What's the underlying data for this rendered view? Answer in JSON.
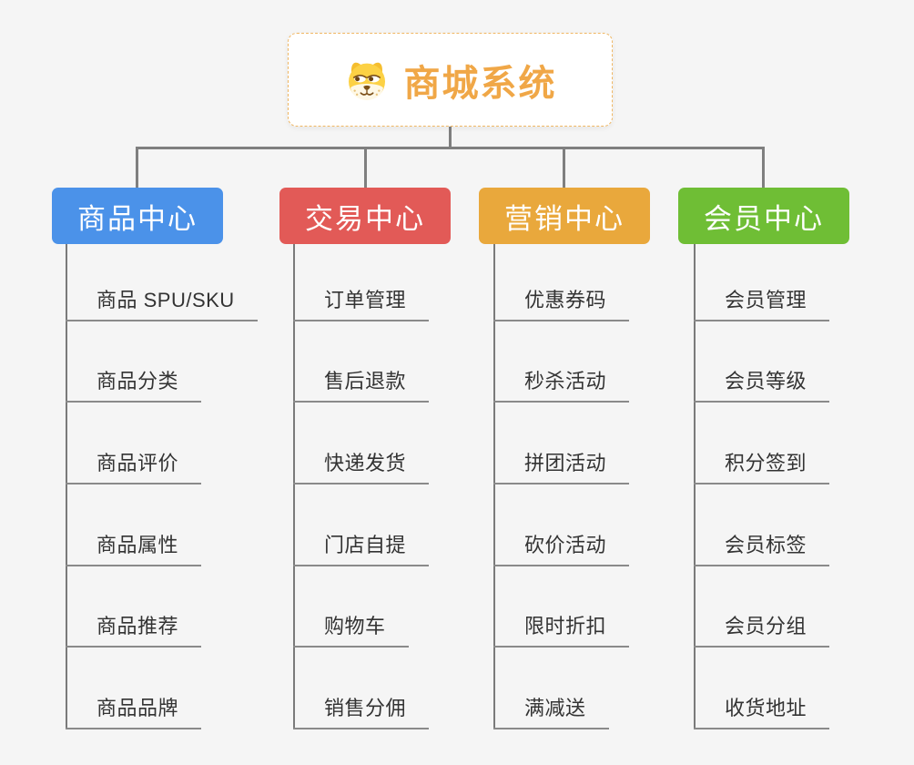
{
  "canvas": {
    "background": "#F5F5F5",
    "connector_color": "#7F7F7F"
  },
  "root": {
    "title": "商城系统",
    "icon": "dog-face-icon",
    "title_color": "#F0A747",
    "border_color": "#F0B763"
  },
  "branches": [
    {
      "label": "商品中心",
      "color": "#4B92E9",
      "items": [
        "商品 SPU/SKU",
        "商品分类",
        "商品评价",
        "商品属性",
        "商品推荐",
        "商品品牌"
      ]
    },
    {
      "label": "交易中心",
      "color": "#E25A57",
      "items": [
        "订单管理",
        "售后退款",
        "快递发货",
        "门店自提",
        "购物车",
        "销售分佣"
      ]
    },
    {
      "label": "营销中心",
      "color": "#E9A83C",
      "items": [
        "优惠券码",
        "秒杀活动",
        "拼团活动",
        "砍价活动",
        "限时折扣",
        "满减送"
      ]
    },
    {
      "label": "会员中心",
      "color": "#6FBE35",
      "items": [
        "会员管理",
        "会员等级",
        "积分签到",
        "会员标签",
        "会员分组",
        "收货地址"
      ]
    }
  ]
}
